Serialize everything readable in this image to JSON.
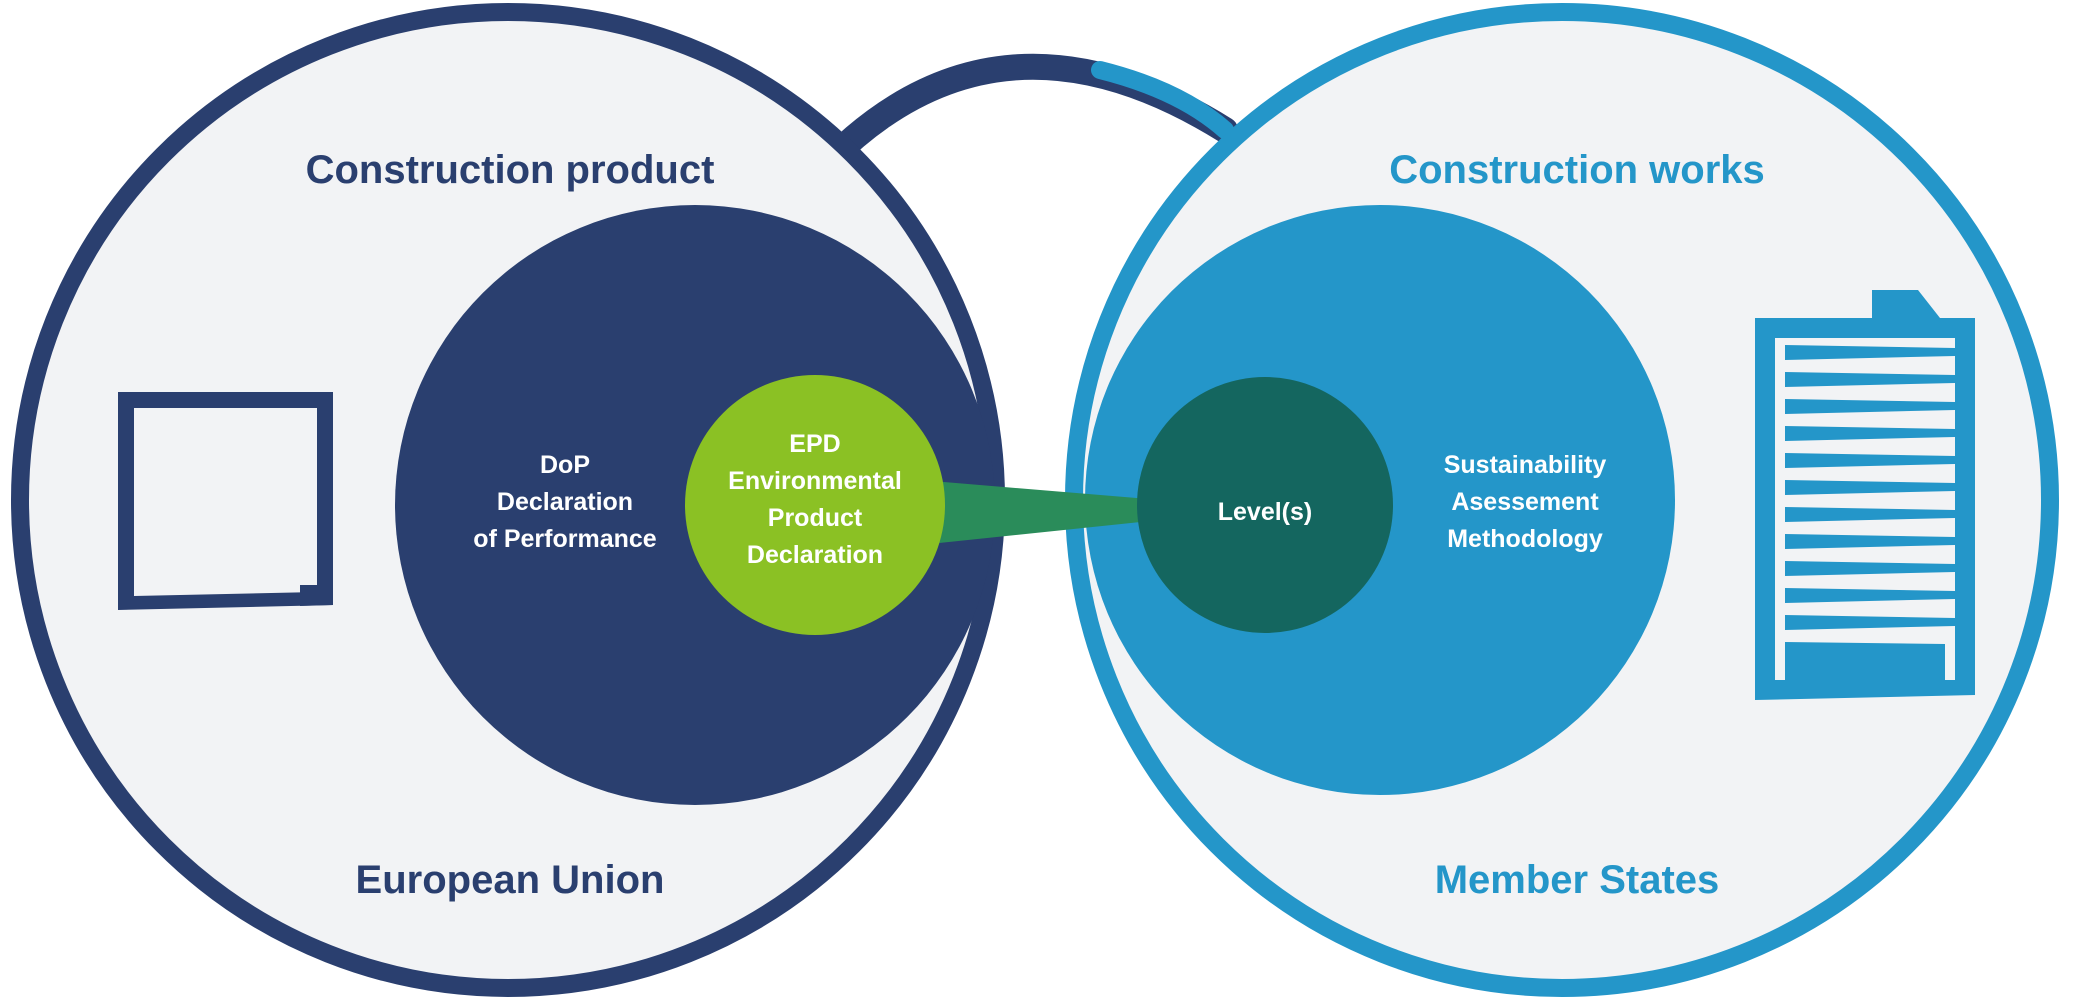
{
  "left_circle": {
    "title": "Construction product",
    "footer": "European Union",
    "inner_lines": [
      "DoP",
      "Declaration",
      "of Performance"
    ],
    "epd_lines": [
      "EPD",
      "Environmental",
      "Product",
      "Declaration"
    ],
    "icon": "product-square-icon"
  },
  "right_circle": {
    "title": "Construction works",
    "footer": "Member States",
    "inner_lines": [
      "Sustainability",
      "Asessement",
      "Methodology"
    ],
    "level_label": "Level(s)",
    "icon": "building-icon"
  },
  "colors": {
    "dark_blue": "#2a3f6f",
    "light_blue": "#2496c9",
    "green": "#8bc124",
    "teal": "#14665f",
    "circle_fill": "#f2f3f5"
  }
}
